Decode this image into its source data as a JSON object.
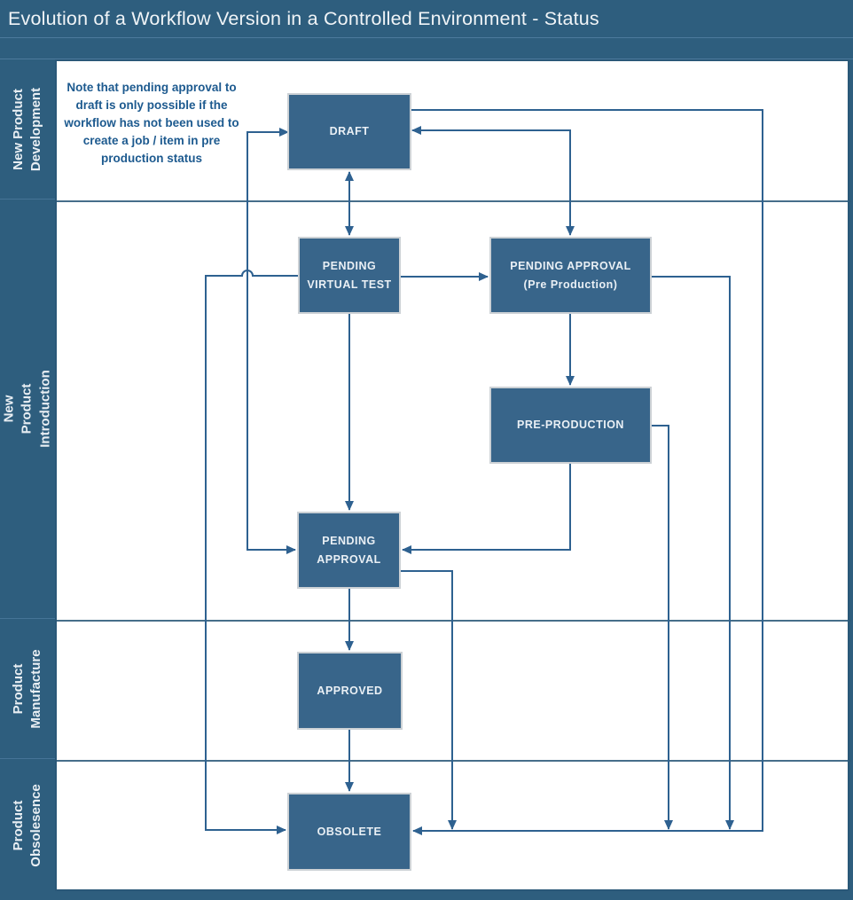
{
  "title": "Evolution of a Workflow Version in a Controlled Environment - Status",
  "note": "Note that pending approval to draft is only possible if the workflow has not been used to create a job / item in pre production status",
  "lanes": [
    {
      "label": "New Product\nDevelopment"
    },
    {
      "label": "New Product Introduction"
    },
    {
      "label": "Product\nManufacture"
    },
    {
      "label": "Product\nObsolesence"
    }
  ],
  "nodes": {
    "draft": {
      "label": "DRAFT"
    },
    "pending_virtual_test": {
      "label": "PENDING\nVIRTUAL TEST"
    },
    "pending_approval_pre_production": {
      "label": "PENDING APPROVAL\n(Pre Production)"
    },
    "pre_production": {
      "label": "PRE-PRODUCTION"
    },
    "pending_approval": {
      "label": "PENDING\nAPPROVAL"
    },
    "approved": {
      "label": "APPROVED"
    },
    "obsolete": {
      "label": "OBSOLETE"
    }
  },
  "edges": [
    {
      "from": "DRAFT",
      "to": "OBSOLETE",
      "direction": "one-way"
    },
    {
      "from": "DRAFT",
      "to": "PENDING APPROVAL (Pre Production)",
      "direction": "two-way"
    },
    {
      "from": "DRAFT",
      "to": "PENDING VIRTUAL TEST",
      "direction": "two-way"
    },
    {
      "from": "PENDING APPROVAL",
      "to": "DRAFT",
      "direction": "two-way"
    },
    {
      "from": "PENDING VIRTUAL TEST",
      "to": "OBSOLETE",
      "direction": "one-way"
    },
    {
      "from": "PENDING VIRTUAL TEST",
      "to": "PENDING APPROVAL (Pre Production)",
      "direction": "one-way"
    },
    {
      "from": "PENDING VIRTUAL TEST",
      "to": "PENDING APPROVAL",
      "direction": "one-way"
    },
    {
      "from": "PENDING APPROVAL (Pre Production)",
      "to": "PRE-PRODUCTION",
      "direction": "one-way"
    },
    {
      "from": "PENDING APPROVAL (Pre Production)",
      "to": "OBSOLETE",
      "direction": "one-way"
    },
    {
      "from": "PRE-PRODUCTION",
      "to": "PENDING APPROVAL",
      "direction": "one-way"
    },
    {
      "from": "PRE-PRODUCTION",
      "to": "OBSOLETE",
      "direction": "one-way"
    },
    {
      "from": "PENDING APPROVAL",
      "to": "APPROVED",
      "direction": "one-way"
    },
    {
      "from": "PENDING APPROVAL",
      "to": "OBSOLETE",
      "direction": "one-way"
    },
    {
      "from": "APPROVED",
      "to": "OBSOLETE",
      "direction": "one-way"
    }
  ],
  "colors": {
    "background": "#2e5e7e",
    "canvas": "#ffffff",
    "node_fill": "#38658a",
    "node_border": "#ccd1d5",
    "connector": "#2e6190",
    "note_text": "#1d5a8f",
    "title_text": "#f0f4f7"
  }
}
